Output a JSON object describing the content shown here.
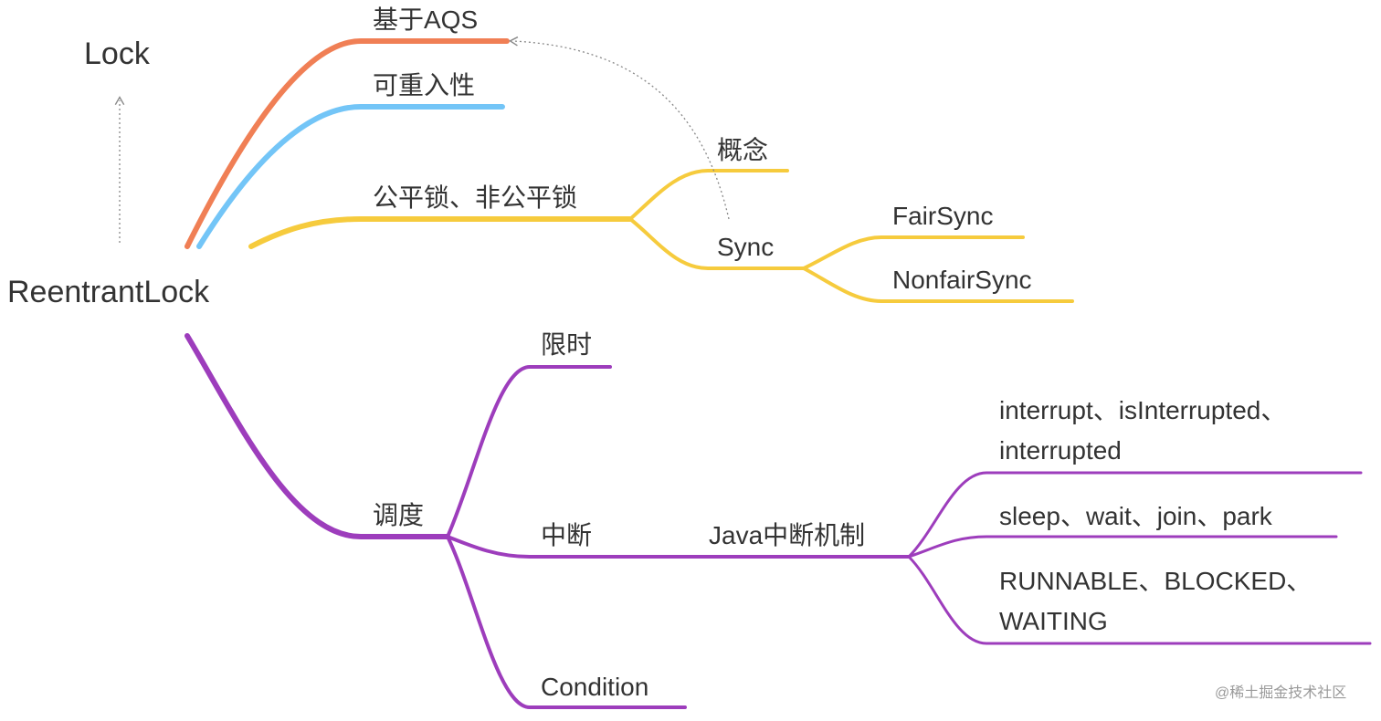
{
  "colors": {
    "orange": "#F07F55",
    "blue": "#73C5F7",
    "yellow": "#F6CB3D",
    "purple": "#9D3DBC",
    "text": "#333333",
    "arrow": "#888888",
    "watermark": "#9a9a9a",
    "background": "#ffffff"
  },
  "root": "ReentrantLock",
  "parent": "Lock",
  "nodes": {
    "aqs": "基于AQS",
    "reentrant": "可重入性",
    "fairness": "公平锁、非公平锁",
    "concept": "概念",
    "sync": "Sync",
    "fair_sync": "FairSync",
    "nonfair_sync": "NonfairSync",
    "scheduling": "调度",
    "timeout": "限时",
    "interrupt": "中断",
    "java_interrupt": "Java中断机制",
    "interrupt_methods_line1": "interrupt、isInterrupted、",
    "interrupt_methods_line2": "interrupted",
    "blocking_methods": "sleep、wait、join、park",
    "thread_states_line1": "RUNNABLE、BLOCKED、",
    "thread_states_line2": "WAITING",
    "condition": "Condition"
  },
  "watermark": "@稀土掘金技术社区"
}
